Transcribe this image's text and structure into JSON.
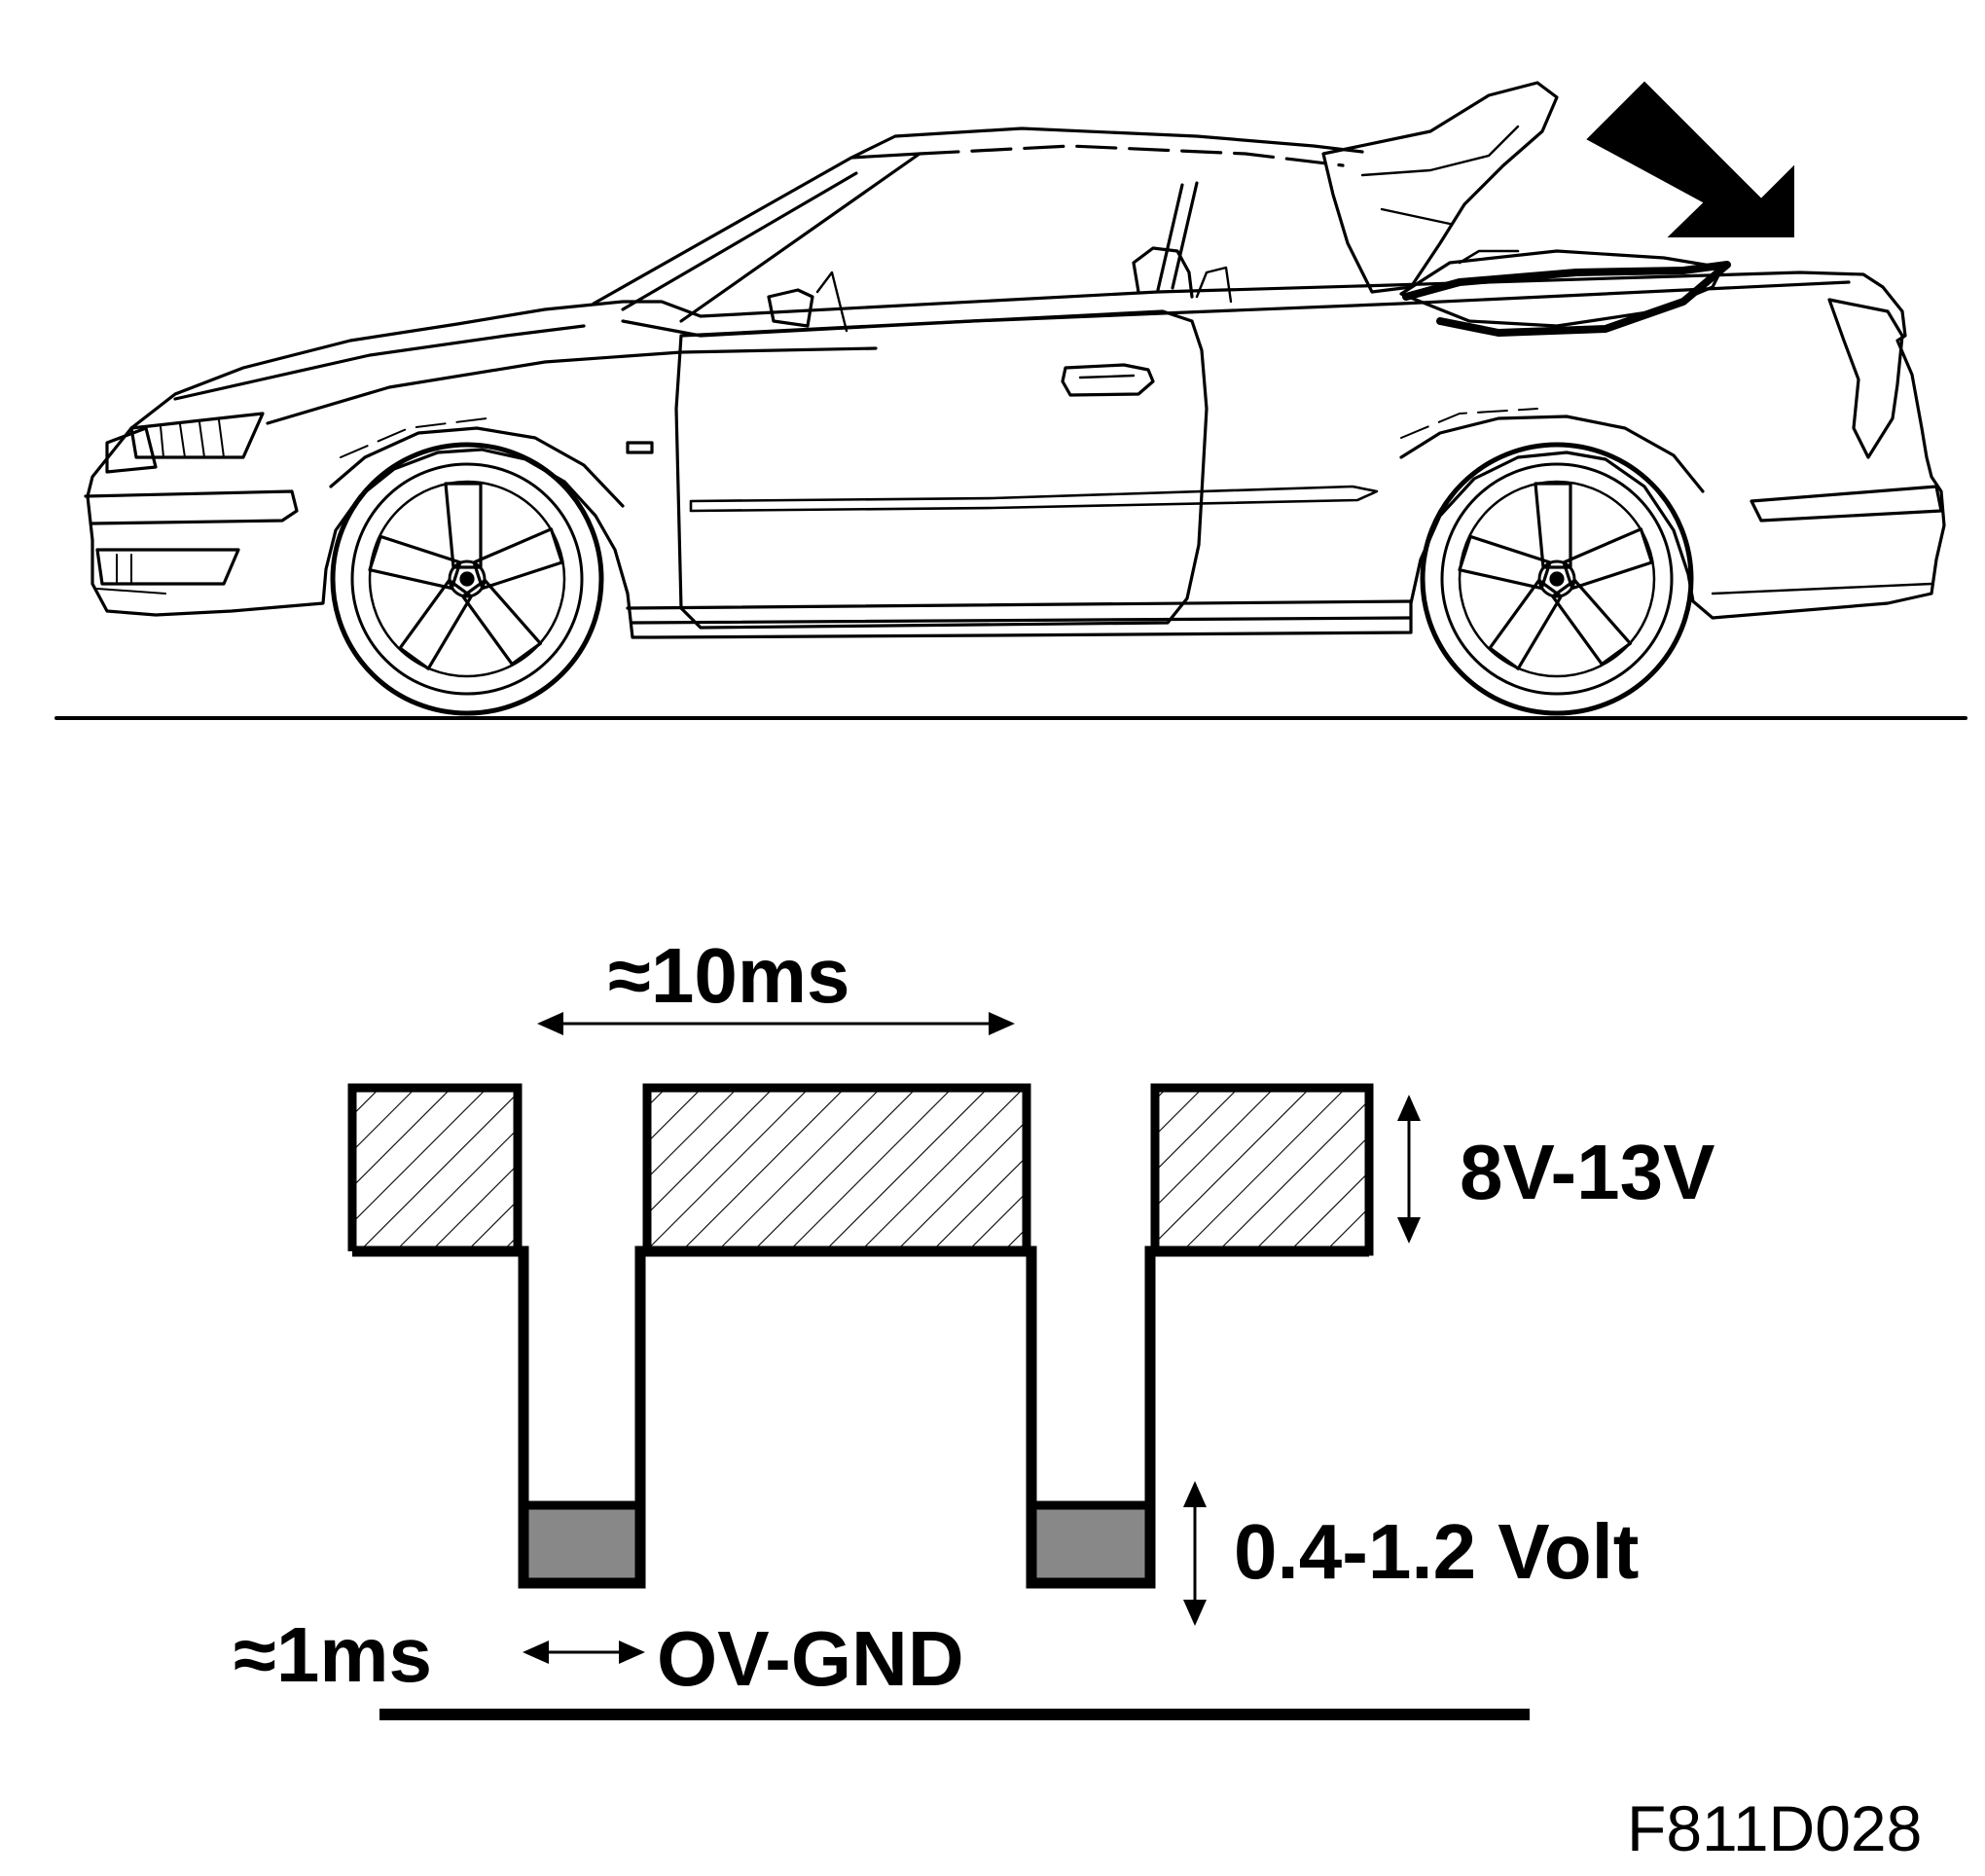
{
  "diagram": {
    "period_label": "≈10ms",
    "high_level_label": "8V-13V",
    "low_level_label": "0.4-1.2 Volt",
    "pulse_width_label": "≈1ms",
    "ground_label": "OV-GND",
    "figure_code": "F811D028"
  },
  "colors": {
    "line": "#000000",
    "low_fill": "#888888",
    "background": "#ffffff"
  },
  "icons": {
    "pointer": "arrow-pointing-to-trunk-icon",
    "vehicle": "convertible-car-side-view"
  }
}
